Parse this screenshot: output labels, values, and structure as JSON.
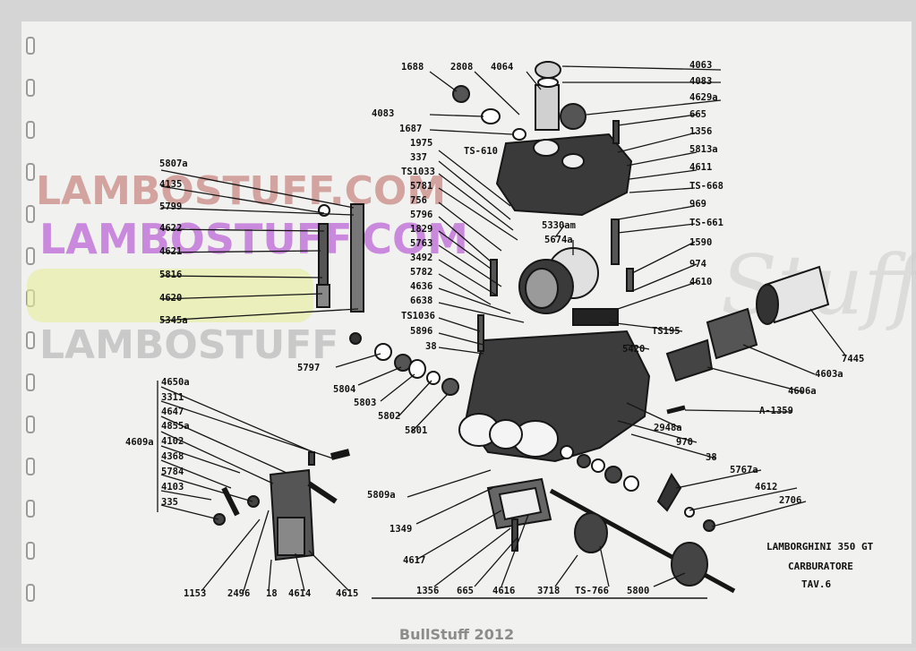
{
  "plate": {
    "title_line1": "LAMBORGHINI  350 GT",
    "title_line2": "CARBURATORE",
    "title_line3": "TAV.6"
  },
  "watermarks": {
    "brand_1": "LAMBOSTUFF.COM",
    "brand_2": "LAMBOSTUFF.COM",
    "brand_3": "LAMBOSTUFF",
    "script": "Stuff"
  },
  "footer": {
    "credit": "BullStuff 2012"
  },
  "colors": {
    "paper": "#f1f1ef",
    "ink": "#161616",
    "watermark_red": "#c98a86",
    "watermark_purple": "#c070d8",
    "watermark_gray": "#b9b9b9",
    "footer_text": "#8c8c8c"
  },
  "icons": {
    "binding_holes": "binding-hole-icon",
    "parts": "carburetor-exploded-parts"
  },
  "part_labels": [
    "1688",
    "2808",
    "4064",
    "4063",
    "4083",
    "4629a",
    "4083",
    "1687",
    "665",
    "TS-610",
    "1356",
    "1975",
    "5813a",
    "337",
    "4611",
    "TS1033",
    "5781",
    "TS-668",
    "756",
    "969",
    "5796",
    "1829",
    "TS-661",
    "5763",
    "5330am",
    "5674a",
    "1590",
    "3492",
    "974",
    "5782",
    "4610",
    "4636",
    "6638",
    "TS1036",
    "TS195",
    "5896",
    "38",
    "5420",
    "7445",
    "4603a",
    "4606a",
    "A-1359",
    "2948a",
    "970",
    "38",
    "5767a",
    "4612",
    "2706",
    "5807a",
    "4135",
    "5799",
    "4622",
    "4621",
    "5816",
    "4620",
    "5345a",
    "5797",
    "5804",
    "5803",
    "5802",
    "5801",
    "4650a",
    "3311",
    "4647",
    "4855a",
    "4609a",
    "4102",
    "4368",
    "5784",
    "4103",
    "335",
    "5809a",
    "1349",
    "4617",
    "1356",
    "665",
    "4616",
    "3718",
    "TS-766",
    "5800",
    "1153",
    "2496",
    "18",
    "4614",
    "4615"
  ]
}
